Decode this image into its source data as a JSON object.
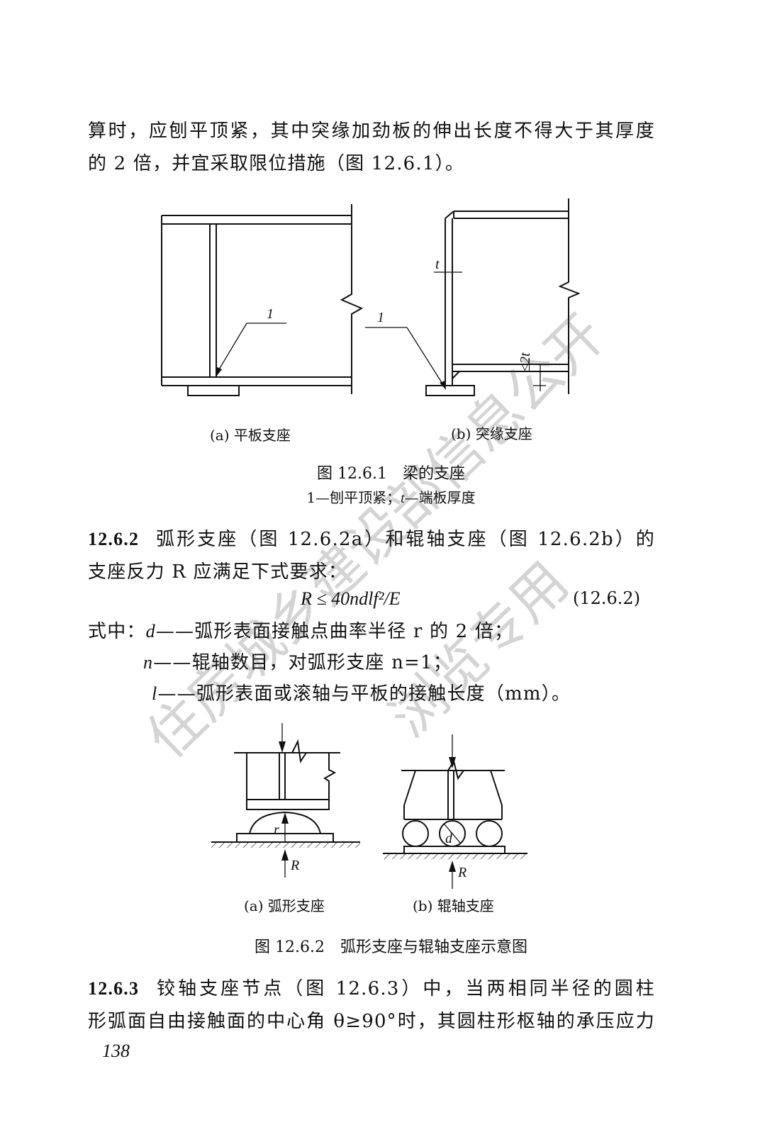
{
  "top_text": {
    "line1": "算时，应刨平顶紧，其中突缘加劲板的伸出长度不得大于其厚度",
    "line2": "的 2 倍，并宜采取限位措施（图 12.6.1）。"
  },
  "figure1": {
    "label_a": "(a) 平板支座",
    "label_b": "(b) 突缘支座",
    "callout": "1",
    "dim_t": "t",
    "dim_2t": "≤2t",
    "caption": "图 12.6.1　梁的支座",
    "legend_pre": "1—刨平顶紧；",
    "legend_t": "t",
    "legend_post": "—端板厚度"
  },
  "section_1262": {
    "number": "12.6.2",
    "line1": "弧形支座（图 12.6.2a）和辊轴支座（图 12.6.2b）的",
    "line2": "支座反力 R 应满足下式要求：",
    "formula": "R ≤ 40ndlf²/E",
    "formula_number": "(12.6.2)",
    "where_prefix": "式中：",
    "def_d_sym": "d",
    "def_d_text": "——弧形表面接触点曲率半径 r 的 2 倍；",
    "def_n_sym": "n",
    "def_n_text": "——辊轴数目，对弧形支座 n=1；",
    "def_l_sym": "l",
    "def_l_text": "——弧形表面或滚轴与平板的接触长度（mm）。"
  },
  "figure2": {
    "label_a": "(a) 弧形支座",
    "label_b": "(b) 辊轴支座",
    "r_label": "r",
    "R_label_a": "R",
    "d_label": "d",
    "R_label_b": "R",
    "caption": "图 12.6.2　弧形支座与辊轴支座示意图"
  },
  "section_1263": {
    "number": "12.6.3",
    "line1": "铰轴支座节点（图 12.6.3）中，当两相同半径的圆柱",
    "line2": "形弧面自由接触面的中心角 θ≥90°时，其圆柱形枢轴的承压应力"
  },
  "page_number": "138",
  "watermark": {
    "line1": "住房城乡建设部信息公开",
    "line2": "浏览专用"
  }
}
